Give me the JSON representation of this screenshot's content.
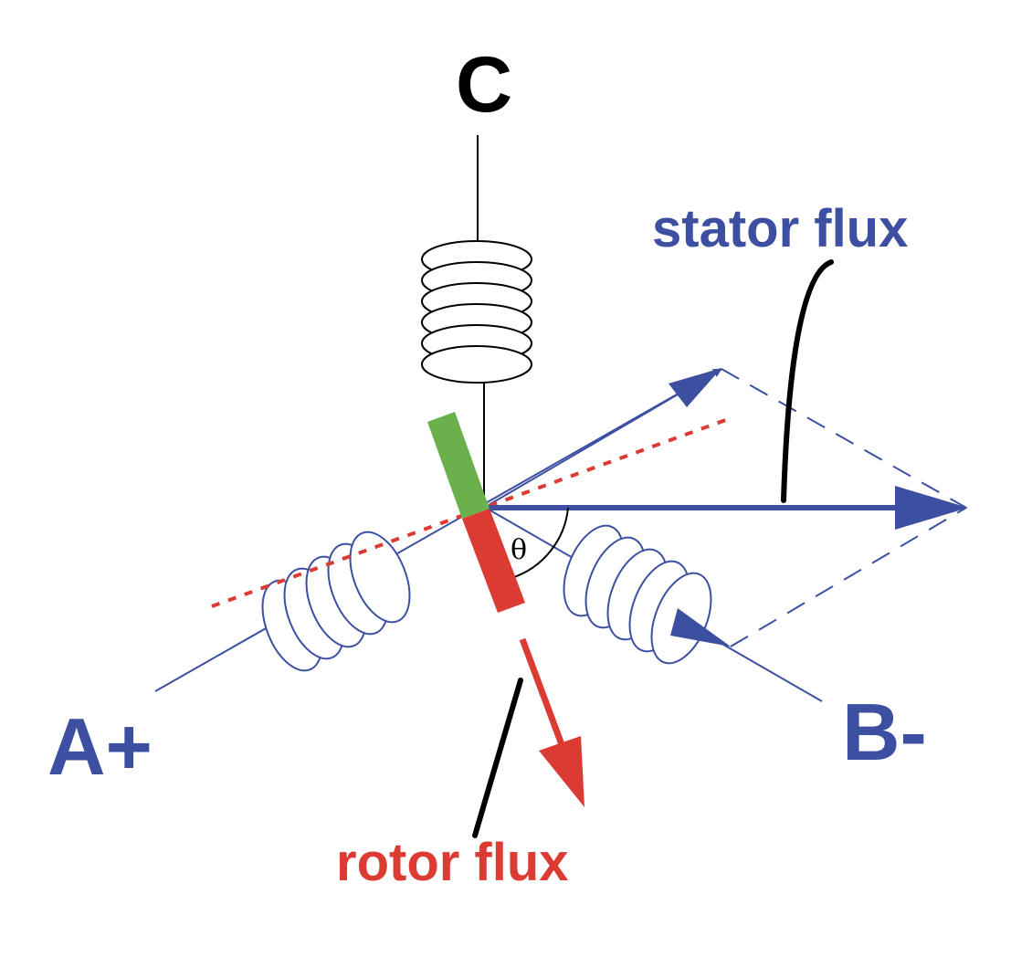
{
  "labels": {
    "coil_c": "C",
    "coil_a": "A+",
    "coil_b": "B-",
    "stator": "stator flux",
    "rotor": "rotor flux",
    "angle": "θ"
  },
  "colors": {
    "blue": "#3c4fa1",
    "red": "#dc3b33",
    "green": "#6ab04c",
    "black": "#000000"
  }
}
